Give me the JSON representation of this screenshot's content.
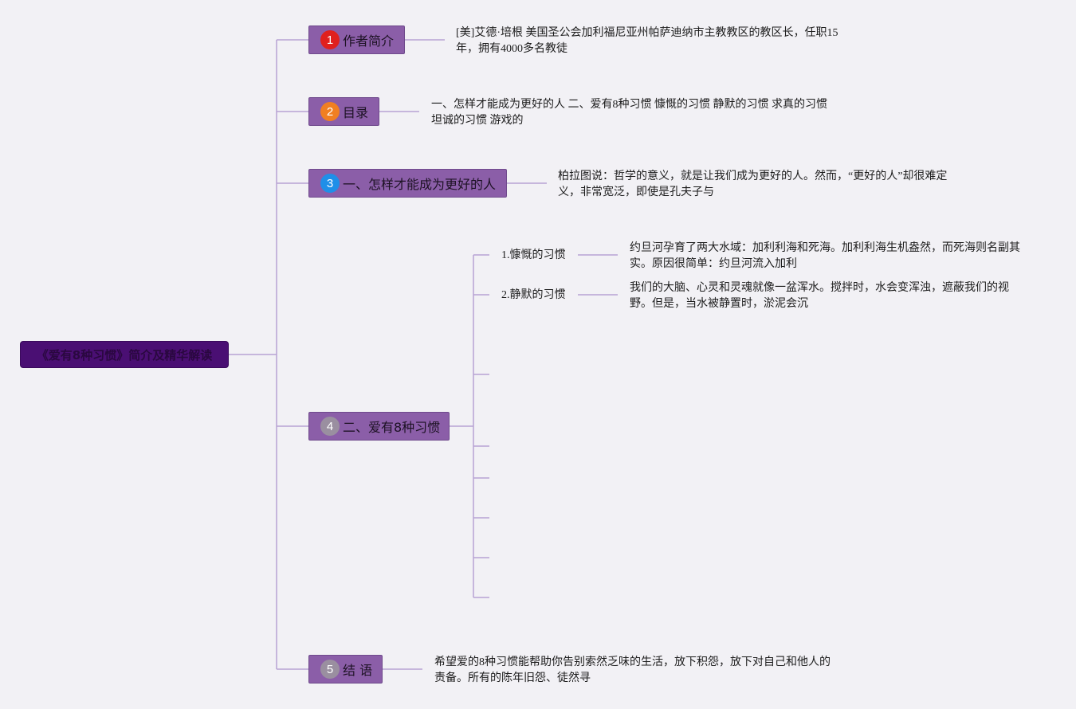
{
  "root": {
    "title": "《爱有8种习惯》简介及精华解读"
  },
  "branches": [
    {
      "badge": "1",
      "badge_color": "#e0201e",
      "label": "作者简介",
      "note": "[美]艾德·培根 美国圣公会加利福尼亚州帕萨迪纳市主教教区的教区长，任职15年，拥有4000多名教徒"
    },
    {
      "badge": "2",
      "badge_color": "#f07f22",
      "label": "目录",
      "note": "一、怎样才能成为更好的人 二、爱有8种习惯 慷慨的习惯 静默的习惯 求真的习惯 坦诚的习惯 游戏的"
    },
    {
      "badge": "3",
      "badge_color": "#1f8fe8",
      "label": "一、怎样才能成为更好的人",
      "note": "柏拉图说：哲学的意义，就是让我们成为更好的人。然而，“更好的人”却很难定义，非常宽泛，即使是孔夫子与"
    },
    {
      "badge": "4",
      "badge_color": "#9a8fa0",
      "label": "二、爱有8种习惯",
      "children": [
        {
          "label": "1.慷慨的习惯",
          "note": "约旦河孕育了两大水域：加利利海和死海。加利利海生机盎然，而死海则名副其实。原因很简单：约旦河流入加利"
        },
        {
          "label": "2.静默的习惯",
          "note": "我们的大脑、心灵和灵魂就像一盆浑水。搅拌时，水会变浑浊，遮蔽我们的视野。但是，当水被静置时，淤泥会沉"
        }
      ]
    },
    {
      "badge": "5",
      "badge_color": "#9a8fa0",
      "label": "结 语",
      "note": "希望爱的8种习惯能帮助你告别索然乏味的生活，放下积怨，放下对自己和他人的责备。所有的陈年旧怨、徒然寻"
    }
  ],
  "colors": {
    "background": "#f2f1f5",
    "line": "#b8a3d3",
    "root_fill": "#4a0f73",
    "branch_fill": "#8b5ea8"
  }
}
